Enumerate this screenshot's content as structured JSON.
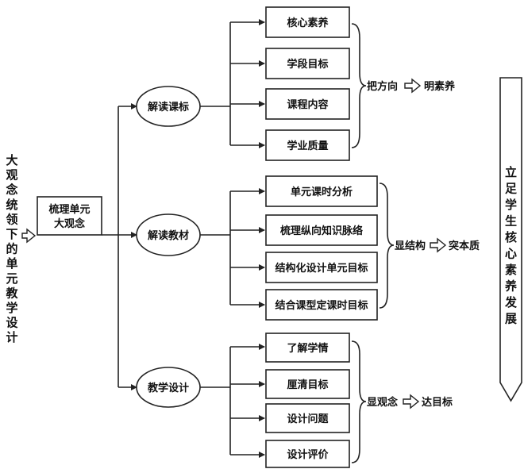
{
  "root_title": "大观念统领下的单元教学设计",
  "hub_label": "梳理单元大观念",
  "branches": [
    {
      "label": "解读课标",
      "items": [
        "核心素养",
        "学段目标",
        "课程内容",
        "学业质量"
      ],
      "action": "把方向",
      "result": "明素养"
    },
    {
      "label": "解读教材",
      "items": [
        "单元课时分析",
        "梳理纵向知识脉络",
        "结构化设计单元目标",
        "结合课型定课时目标"
      ],
      "action": "显结构",
      "result": "突本质"
    },
    {
      "label": "教学设计",
      "items": [
        "了解学情",
        "厘清目标",
        "设计问题",
        "设计评价"
      ],
      "action": "显观念",
      "result": "达目标"
    }
  ],
  "goal_label": "立足学生核心素养发展"
}
